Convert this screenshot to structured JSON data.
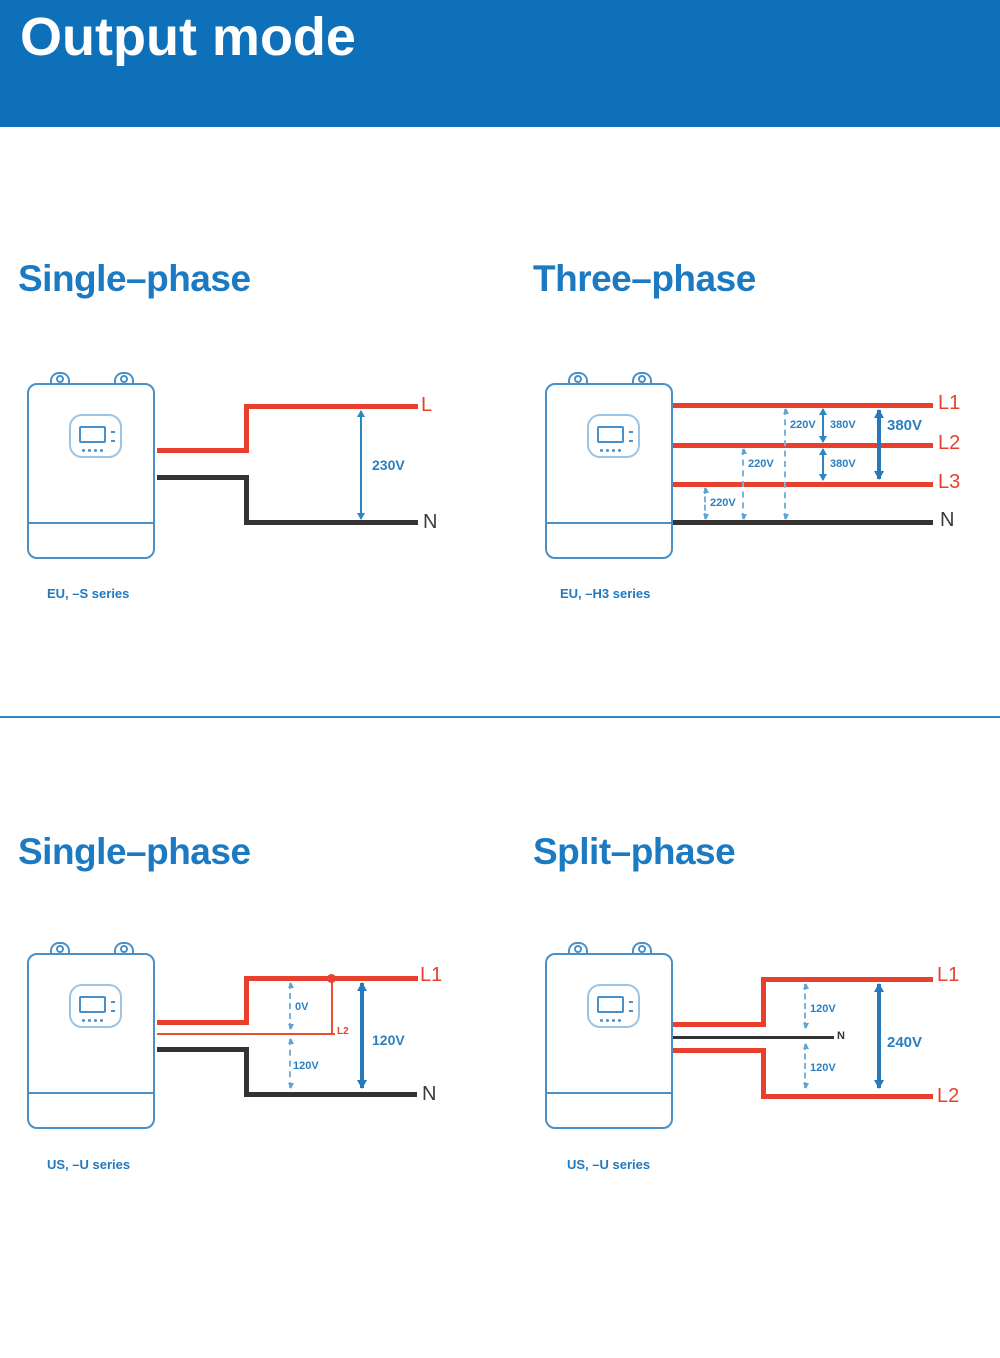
{
  "palette": {
    "header_bg": "#0e70b8",
    "heading_blue": "#1b7ac2",
    "wire_red": "#e8402c",
    "wire_black": "#333333",
    "measure_blue": "#2b7fc0",
    "device_outline": "#4a90c8"
  },
  "header": {
    "title": "Output mode"
  },
  "diagrams": {
    "eu_single": {
      "heading": "Single–phase",
      "series": "EU, –S series",
      "label_l": "L",
      "label_n": "N",
      "v_ln": "230V"
    },
    "eu_three": {
      "heading": "Three–phase",
      "series": "EU, –H3 series",
      "label_l1": "L1",
      "label_l2": "L2",
      "label_l3": "L3",
      "label_n": "N",
      "v_l1_n": "220V",
      "v_l2_n": "220V",
      "v_l3_n": "220V",
      "v_l1_l2": "380V",
      "v_l2_l3": "380V",
      "v_l1_l3": "380V"
    },
    "us_single": {
      "heading": "Single–phase",
      "series": "US, –U series",
      "label_l1": "L1",
      "label_l2": "L2",
      "label_n": "N",
      "v_l1_l2": "0V",
      "v_l2_n": "120V",
      "v_l1_n": "120V"
    },
    "us_split": {
      "heading": "Split–phase",
      "series": "US, –U series",
      "label_l1": "L1",
      "label_l2": "L2",
      "label_n": "N",
      "v_l1_n": "120V",
      "v_n_l2": "120V",
      "v_l1_l2": "240V"
    }
  }
}
